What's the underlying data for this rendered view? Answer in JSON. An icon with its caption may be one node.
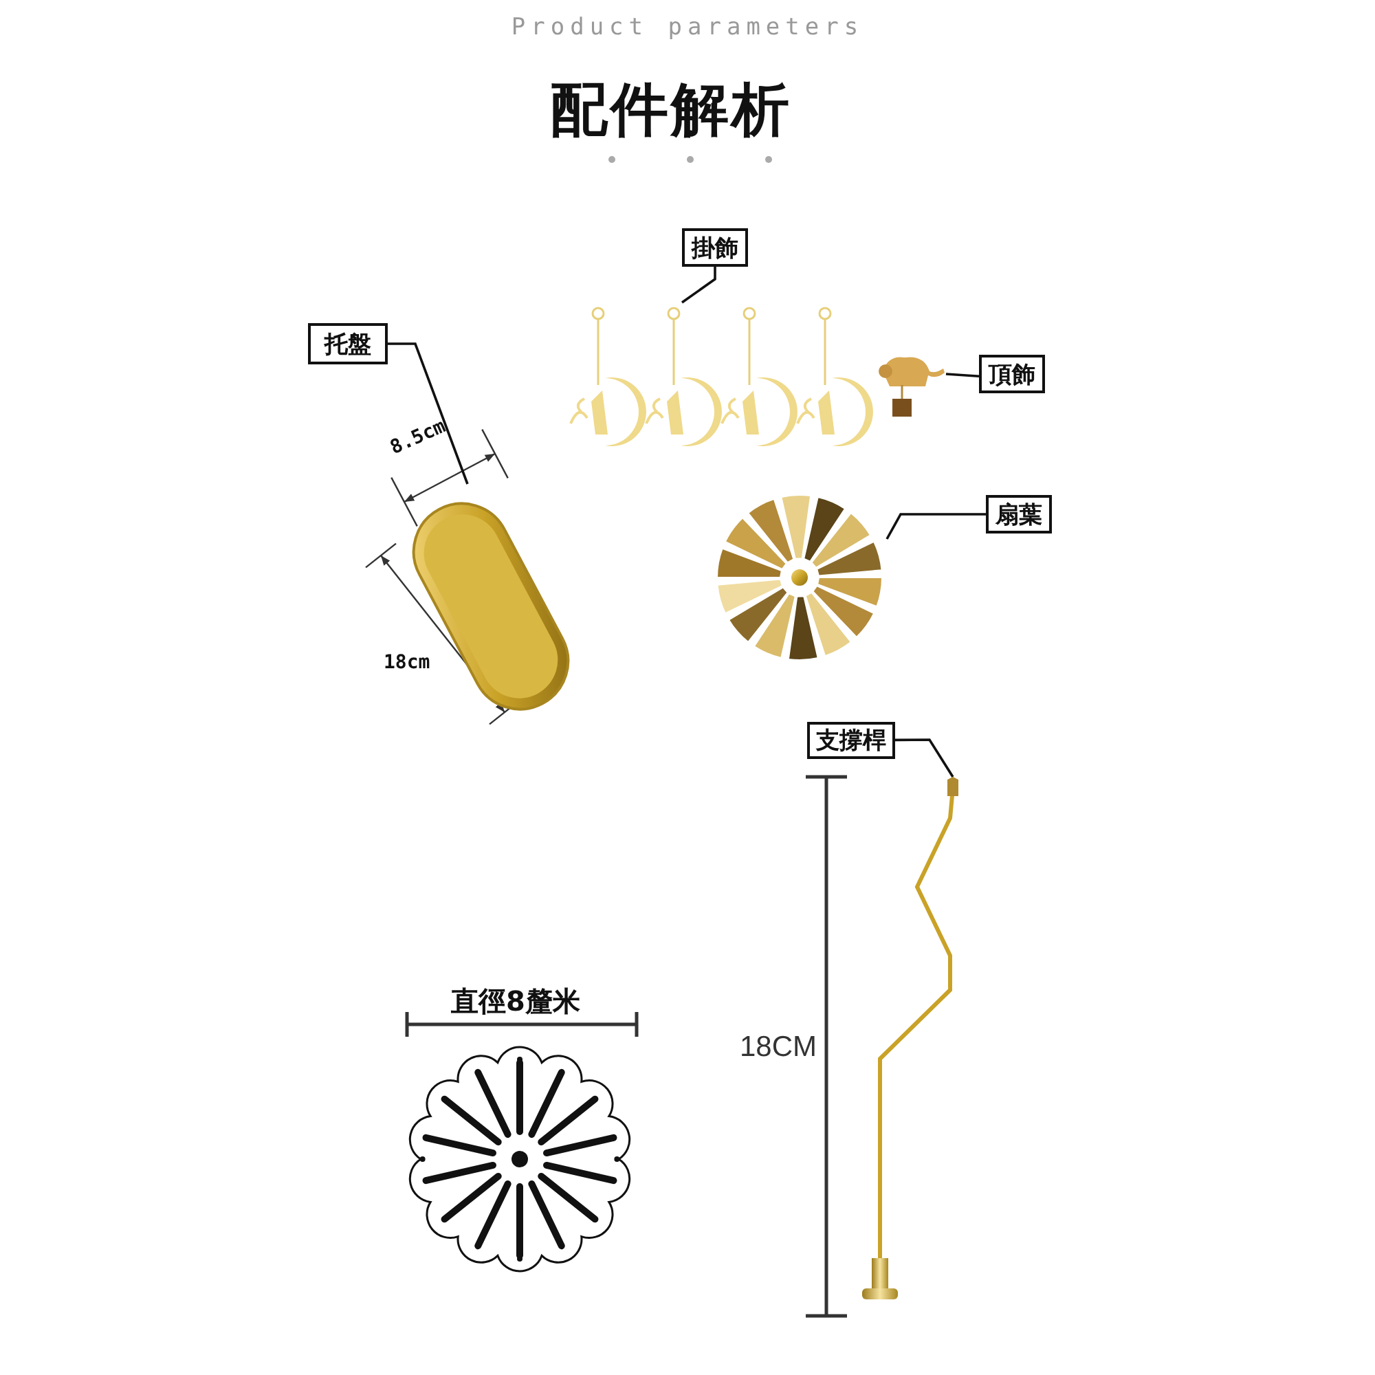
{
  "diagram": {
    "title": "配件解析",
    "nodes": [
      {
        "text": [
          "托盤"
        ]
      },
      {
        "text": [],
        "shape": "picture"
      },
      {
        "text": [
          "掛飾"
        ]
      },
      {
        "text": [],
        "shape": "picture"
      },
      {
        "text": [
          "頂飾"
        ]
      },
      {
        "text": [],
        "shape": "picture"
      },
      {
        "text": [
          "扇葉"
        ]
      },
      {
        "text": [],
        "shape": "picture"
      },
      {
        "text": [
          "支撐桿"
        ]
      },
      {
        "text": [],
        "shape": "picture"
      }
    ],
    "edges": [
      {
        "from": 0,
        "to": 1,
        "arrow": "none"
      },
      {
        "from": 2,
        "to": 3,
        "arrow": "none"
      },
      {
        "from": 4,
        "to": 5,
        "arrow": "none"
      },
      {
        "from": 6,
        "to": 7,
        "arrow": "none"
      },
      {
        "from": 8,
        "to": 9,
        "arrow": "none"
      }
    ],
    "labels": [
      "Product parameters",
      "8.5cm",
      "18cm",
      "直徑8釐米",
      "18CM"
    ]
  }
}
